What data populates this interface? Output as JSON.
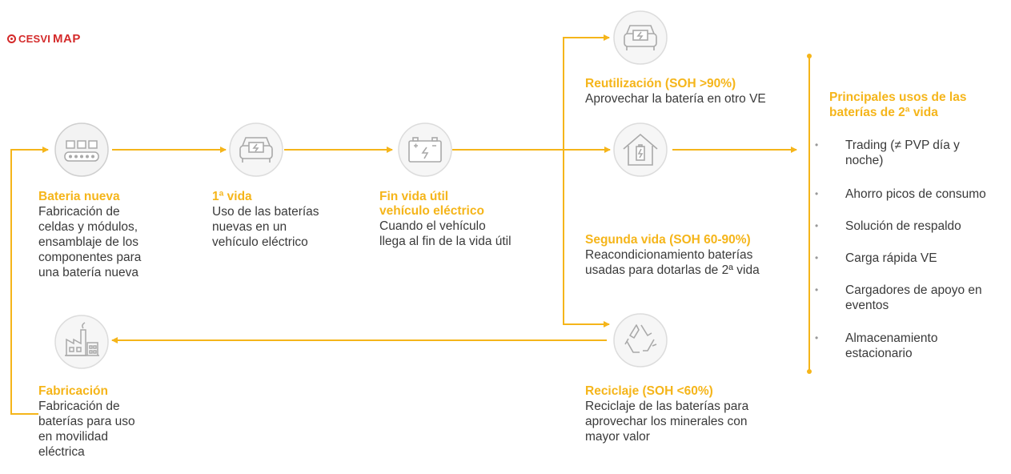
{
  "logo": {
    "part1": "CESVI",
    "part2": "MAP"
  },
  "stages": {
    "nueva": {
      "title": "Bateria nueva",
      "desc": "Fabricación de\nceldas y módulos,\nensamblaje de los\ncomponentes para\nuna batería nueva"
    },
    "primera": {
      "title": "1ª vida",
      "desc": "Uso de las baterías\nnuevas en un\nvehículo eléctrico"
    },
    "fin": {
      "title": "Fin vida útil\nvehículo eléctrico",
      "desc": "Cuando el vehículo\nllega al fin de la vida útil"
    },
    "reutilizacion": {
      "title": "Reutilización (SOH >90%)",
      "desc": "Aprovechar la batería en otro VE"
    },
    "segunda": {
      "title": "Segunda vida  (SOH  60-90%)",
      "desc": "Reacondicionamiento baterías\nusadas para dotarlas de 2ª vida"
    },
    "reciclaje": {
      "title": "Reciclaje (SOH  <60%)",
      "desc": "Reciclaje de las baterías para\naprovechar los minerales con\nmayor valor"
    },
    "fabricacion": {
      "title": "Fabricación",
      "desc": "Fabricación de\nbaterías para uso\nen movilidad\neléctrica"
    }
  },
  "uses": {
    "title": "Principales usos de las\nbaterías de 2ª vida",
    "items": [
      "Trading (≠ PVP día y\nnoche)",
      "Ahorro picos de consumo",
      "Solución de respaldo",
      "Carga rápida VE",
      "Cargadores de apoyo en\neventos",
      "Almacenamiento\nestacionario"
    ]
  },
  "icons": {
    "battery_modules": "battery-modules-icon",
    "car_front_1": "car-front-icon",
    "battery": "battery-icon",
    "car_front_2": "car-front-icon",
    "house_battery": "house-battery-icon",
    "recycle": "recycle-icon",
    "factory": "factory-icon"
  },
  "colors": {
    "accent": "#f5b51a",
    "text": "#3a3a3a",
    "brand": "#d42a2a",
    "icon_line": "#b8b8b8"
  }
}
